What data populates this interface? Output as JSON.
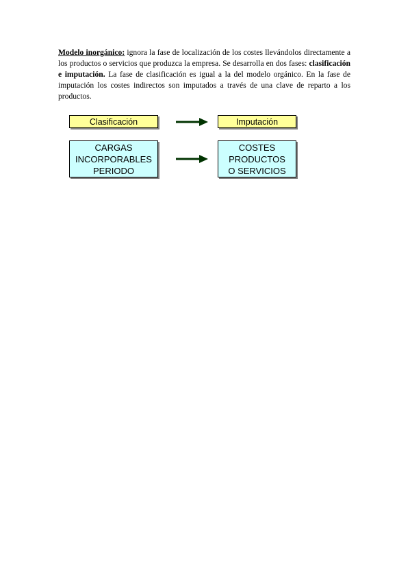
{
  "paragraph": {
    "term": "Modelo inorgánico:",
    "text_1": " ignora la fase de localización de los costes llevándolos directamente a los productos o servicios que produzca la empresa. Se desarrolla en dos fases: ",
    "bold_phases": "clasificación e imputación.",
    "text_2": " La fase de clasificación es igual a la del modelo orgánico. En la fase de imputación los costes indirectos son imputados a través de una clave de reparto a los productos."
  },
  "diagram": {
    "header_left": "Clasificación",
    "header_right": "Imputación",
    "box_left": [
      "CARGAS",
      "INCORPORABLES",
      "PERIODO"
    ],
    "box_right": [
      "COSTES",
      "PRODUCTOS",
      "O SERVICIOS"
    ],
    "colors": {
      "header_fill": "#ffff99",
      "box_fill": "#ccffff",
      "arrow": "#003300"
    }
  }
}
